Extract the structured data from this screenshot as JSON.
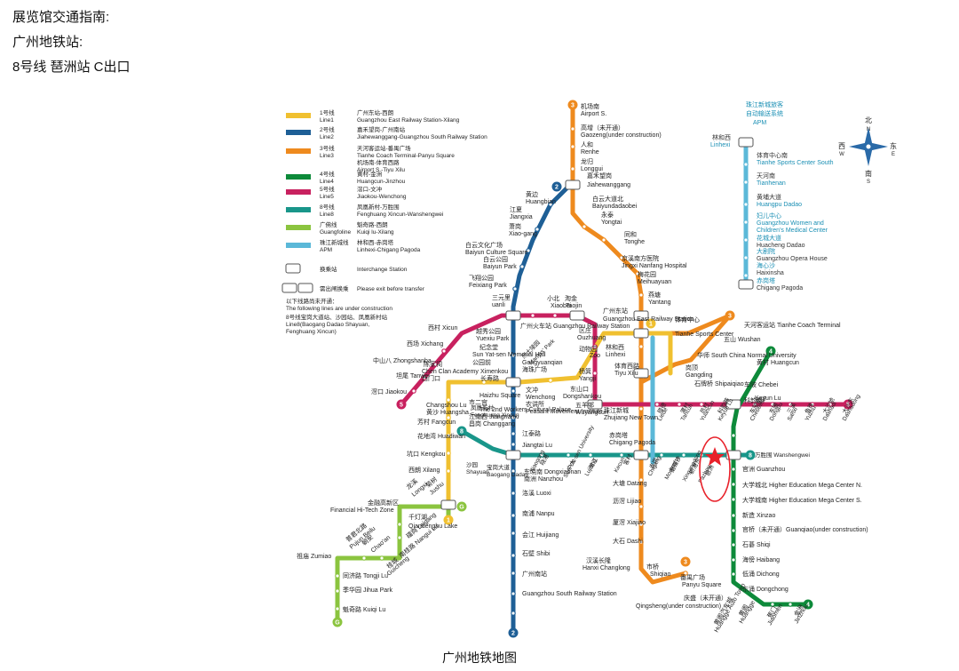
{
  "header": {
    "line1": "展览馆交通指南:",
    "line2": "广州地铁站:",
    "line3": "8号线 琶洲站 C出口"
  },
  "caption": "广州地铁地图",
  "compass": {
    "n": "北",
    "s": "南",
    "e": "东",
    "w": "西",
    "n_en": "N",
    "s_en": "S",
    "e_en": "E",
    "w_en": "W"
  },
  "colors": {
    "line1": "#f0c030",
    "line2": "#1e5f96",
    "line3": "#ee8a1e",
    "line4": "#0d8a3a",
    "line5": "#c8215f",
    "line8": "#19968a",
    "gf": "#8bc43f",
    "apm": "#5bb8d8",
    "marker": "#e8212a"
  },
  "legend": [
    {
      "key": "line1",
      "cn": "1号线",
      "en": "Line1",
      "desc_cn": "广州东站-西朗",
      "desc_en": "Guangzhou East Railway Station-Xilang"
    },
    {
      "key": "line2",
      "cn": "2号线",
      "en": "Line2",
      "desc_cn": "嘉禾望岗-广州南站",
      "desc_en": "Jiahewanggang-Guangzhou South Railway Station"
    },
    {
      "key": "line3",
      "cn": "3号线",
      "en": "Line3",
      "desc_cn": "天河客运站-番禺广场",
      "desc_en": "Tianhe Coach Terminal-Panyu Square",
      "desc2_cn": "机场南-体育西路",
      "desc2_en": "Airport S.-Tiyu Xilu"
    },
    {
      "key": "line4",
      "cn": "4号线",
      "en": "Line4",
      "desc_cn": "黄村-金洲",
      "desc_en": "Huangcun-Jinzhou"
    },
    {
      "key": "line5",
      "cn": "5号线",
      "en": "Line5",
      "desc_cn": "滘口-文冲",
      "desc_en": "Jiaokou-Wenchong"
    },
    {
      "key": "line8",
      "cn": "8号线",
      "en": "Line8",
      "desc_cn": "凤凰新村-万胜围",
      "desc_en": "Fenghuang Xincun-Wanshengwei"
    },
    {
      "key": "gf",
      "cn": "广佛线",
      "en": "Guangfoline",
      "desc_cn": "魁奇路-西朗",
      "desc_en": "Kuiqi lu-Xilang"
    },
    {
      "key": "apm",
      "cn": "珠江新城线",
      "en": "APM",
      "desc_cn": "林和西-赤岗塔",
      "desc_en": "Linhexi-Chigang Pagoda"
    }
  ],
  "legend_extra": {
    "interchange_cn": "换乘站",
    "interchange_en": "Interchange Station",
    "exit_cn": "需出闸换乘",
    "exit_en": "Please exit before transfer",
    "uc_cn": "以下线路尚未开通：",
    "uc_en": "The following lines are under construction",
    "uc2_cn": "8号线宝岗大道站、沙园站、凤凰新村站",
    "uc3_en": "Line8(Baogang Dadao Shayuan,",
    "uc4_en": "Fenghuang Xincun)"
  },
  "apm_title": [
    "珠江新城旅客",
    "自动输送系统",
    "APM"
  ],
  "lines": {
    "line3n": [
      "机场南",
      "Airport S.",
      "高增（未开通）",
      "Gaozeng(under construction)",
      "人和",
      "Renhe",
      "龙归",
      "Longgui",
      "嘉禾望岗",
      "Jiahewanggang",
      "白云大道北",
      "Baiyundadaobei",
      "永泰",
      "Yongtai",
      "同和",
      "Tonghe",
      "京溪南方医院",
      "Jingxi Nanfang Hospital",
      "梅花园",
      "Meihuayuan",
      "燕塘",
      "Yantang",
      "广州东站",
      "Guangzhou East Railway Station",
      "体育中心",
      "Tianhe Sports Center",
      "天河客运站 Tianhe Coach Terminal",
      "五山 Wushan",
      "华师 South China Normal University",
      "岗顶",
      "Gangding",
      "石牌桥 Shipaiqiao",
      "林和西",
      "Linhexi",
      "体育西路",
      "Tiyu Xilu"
    ],
    "line2": [
      "黄边",
      "Huangbian",
      "江夏",
      "Jiangxia",
      "萧岗",
      "Xiao-gang",
      "白云文化广场",
      "Baiyun Culture Square",
      "白云公园",
      "Baiyun Park",
      "飞翔公园",
      "Feixiang Park",
      "三元里",
      "uanli",
      "广州火车站 Guangzhou Railway Station",
      "越秀公园",
      "Yuexiu Park",
      "纪念堂",
      "Sun Yat-sen Memorial Hall",
      "公园前",
      "Gongyuanqian",
      "海珠广场",
      "Haizhu Square",
      "市二宫",
      "The 2nd Workers Cultural Palace",
      "江南西 Jiangnanxi",
      "昌岗 Changgang",
      "江泰路",
      "Jiangtai Lu",
      "东晓南 Dongxiaonan",
      "南洲 Nanzhou",
      "洛溪 Luoxi",
      "南浦 Nanpu",
      "会江 Huijiang",
      "石壁 Shibi",
      "广州南站",
      "Guangzhou South Railway Station"
    ],
    "line5": [
      "西村 Xicun",
      "西场 Xichang",
      "中山八 Zhongshanba",
      "坦尾 Tanwei",
      "滘口 Jiaokou",
      "小北",
      "Xiaobei",
      "淘金",
      "Taojin",
      "区庄",
      "Ouzhuang",
      "动物园",
      "Zoo",
      "杨箕",
      "Yangji",
      "东山口",
      "Dongshankou",
      "五羊邨",
      "Wuyangcun",
      "猎德",
      "Liede",
      "潭村",
      "Tancun",
      "员村",
      "Yuancun",
      "科韵路",
      "Keyun Lu",
      "车陂南",
      "Chebeinan",
      "东圃",
      "Dongpu",
      "三溪",
      "Sanxi",
      "鱼珠",
      "Yuzhu",
      "大沙地",
      "Dashadi",
      "大沙东",
      "Dashadong",
      "文冲",
      "Wenchong",
      "农讲所",
      "Peasant Movement Institute",
      "烈士陵园",
      "Martyrs' Park"
    ],
    "line1": [
      "陈家祠",
      "Chen Clan Academy",
      "西门口",
      "Ximenkou",
      "长寿路",
      "Changshou Lu",
      "黄沙 Huangsha",
      "芳村 Fangcun",
      "花地湾 Huadiwan",
      "坑口 Kengkou",
      "西朗 Xilang"
    ],
    "line8": [
      "凤凰新村",
      "Fenghuang Xincun",
      "沙园",
      "Shayuan",
      "宝岗大道",
      "Baogang Dadao",
      "晓港",
      "Xiaogang",
      "中大",
      "Sun Yat-sen University",
      "鹭江",
      "Lujiang",
      "客村",
      "Kecun",
      "赤岗",
      "Chigang",
      "磨碟沙",
      "Modiesha",
      "新港东",
      "Xingangdong",
      "琶洲",
      "Pazhou",
      "万胜围 Wanshengwei"
    ],
    "line3s": [
      "珠江新城",
      "Zhujiang New Town",
      "赤岗塔",
      "Chigang Pagoda",
      "大塘 Datang",
      "沥滘 Lijiao",
      "厦滘 Xiajiao",
      "大石 Dashi",
      "汉溪长隆",
      "Hanxi Changlong",
      "市桥",
      "Shiqiao",
      "番禺广场",
      "Panyu Square"
    ],
    "line4": [
      "黄村 Huangcun",
      "车陂 Chebei",
      "官洲 Guanzhou",
      "大学城北 Higher Education Mega Center N.",
      "大学城南 Higher Education Mega Center S.",
      "新造 Xinzao",
      "官桥（未开通）Guanqiao(under construction)",
      "石碁 Shiqi",
      "海傍 Haibang",
      "低涌 Dichong",
      "东涌 Dongchong",
      "庆盛（未开通）",
      "Qingsheng(under construction)",
      "黄阁汽车城",
      "Huangge Auto Town",
      "黄阁",
      "Huangge",
      "蕉门",
      "Jiaomen",
      "金洲",
      "Jinzhou"
    ],
    "gf": [
      "金融高新区",
      "Financial Hi-Tech Zone",
      "千灯湖",
      "Qiandenghu Lake",
      "礌岗 Leigang",
      "南桂路 Nangui Lu",
      "桂城",
      "Guicheng",
      "朝安",
      "Chao'an",
      "普君北路",
      "Pujun Beilu",
      "祖庙 Zumiao",
      "同济路 Tongji Lu",
      "季华园 Jihua Park",
      "魁奇路 Kuiqi Lu",
      "龙溪",
      "Longxi",
      "菊树",
      "Jushu"
    ],
    "apm": [
      "林和西",
      "Linhexi",
      "体育中心南",
      "Tianhe Sports Center South",
      "天河南",
      "Tianhenan",
      "黄埔大道",
      "Huangpu Dadao",
      "妇儿中心",
      "Guangzhou Women and",
      "Children's Medical Center",
      "花城大道",
      "Huacheng Dadao",
      "大剧院",
      "Guangzhou Opera House",
      "海心沙",
      "Haixinsha",
      "赤岗塔",
      "Chigang Pagoda"
    ]
  }
}
